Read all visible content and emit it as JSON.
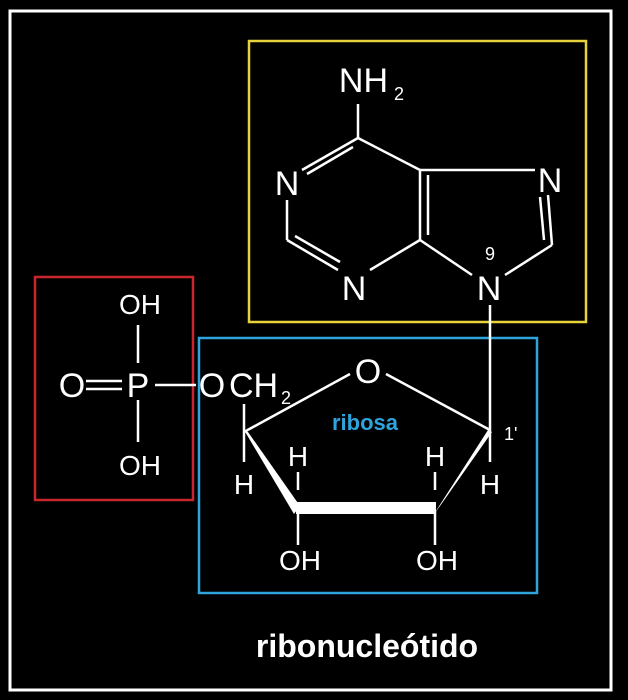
{
  "diagram": {
    "caption": "ribonucleótido",
    "sugar_label": "ribosa",
    "position_9": "9",
    "position_1prime": "1'",
    "base": {
      "amine_N": "NH",
      "amine_sub": "2",
      "n1": "N",
      "n3": "N",
      "n7": "N",
      "n9": "N"
    },
    "phosphate": {
      "oh_top": "OH",
      "oh_bottom": "OH",
      "o_double": "O",
      "p": "P",
      "o_link": "O"
    },
    "sugar": {
      "ch2": "CH",
      "ch2_sub": "2",
      "ring_o": "O",
      "h_c4": "H",
      "h_c3": "H",
      "h_c2": "H",
      "h_c1": "H",
      "oh_c3": "OH",
      "oh_c2": "OH"
    },
    "colors": {
      "frame": "#ffffff",
      "base_box": "#e6d23a",
      "phosphate_box": "#c8262c",
      "sugar_box": "#2ea3dc",
      "sugar_label": "#2ea3dc",
      "background": "#000000"
    }
  }
}
